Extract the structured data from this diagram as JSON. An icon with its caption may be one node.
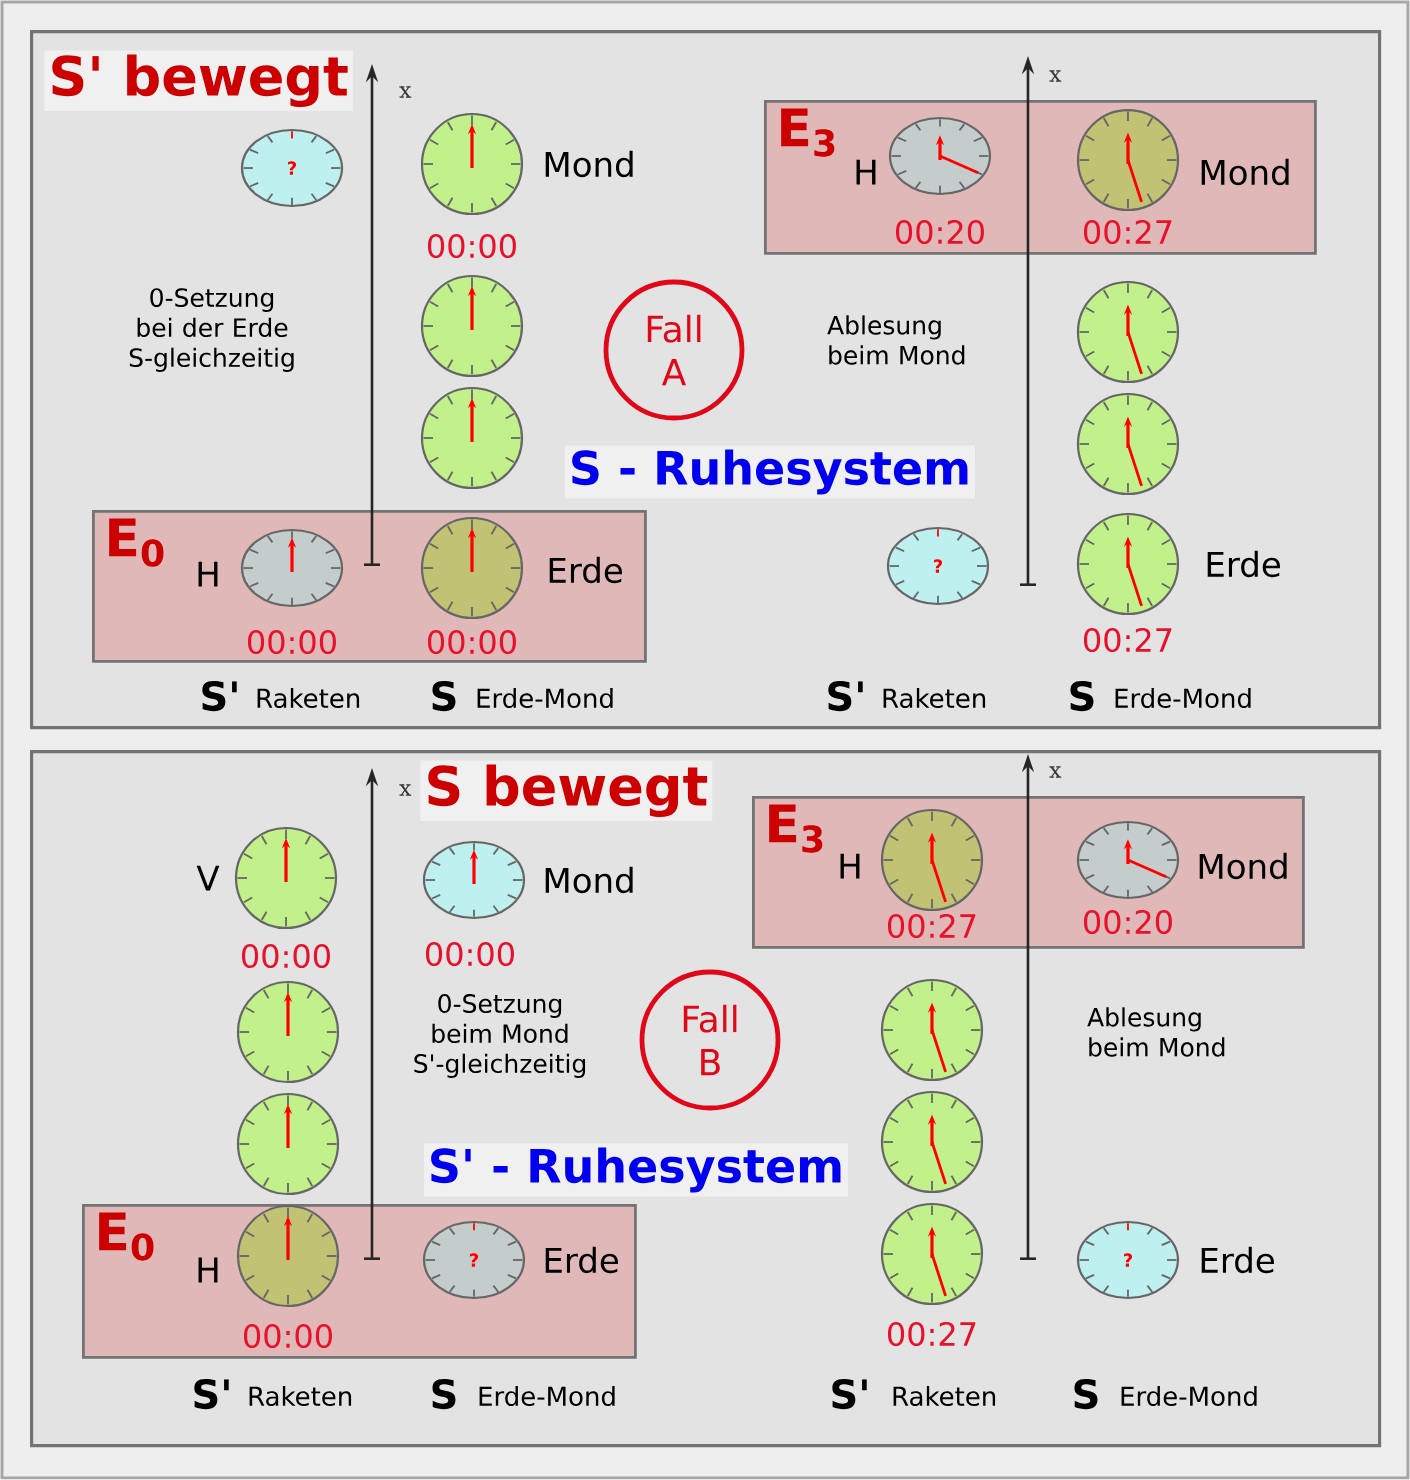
{
  "diagram": {
    "nodes": [
      {
        "text": [
          "S' bewegt"
        ]
      },
      {
        "text": [
          "E$_{0}$"
        ],
        "in": 0
      },
      {
        "text": [
          "E$_{3}$"
        ],
        "in": 0
      },
      {
        "text": [
          "Fall A"
        ],
        "in": 0
      },
      {
        "text": [
          "?"
        ],
        "in": 0
      },
      {
        "text": [],
        "shape": "circle",
        "in": 0,
        "beside": [
          "Mond",
          "00:00"
        ]
      },
      {
        "text": [],
        "shape": "circle",
        "in": 0
      },
      {
        "text": [],
        "shape": "circle",
        "in": 0
      },
      {
        "text": [],
        "shape": "circle",
        "in": 1,
        "beside": [
          "H",
          "00:00"
        ]
      },
      {
        "text": [],
        "shape": "circle",
        "in": 1,
        "beside": [
          "Erde",
          "00:00"
        ]
      },
      {
        "text": [],
        "shape": "circle",
        "in": 2,
        "beside": [
          "H",
          "00:20"
        ]
      },
      {
        "text": [],
        "shape": "circle",
        "in": 2,
        "beside": [
          "Mond",
          "00:27"
        ]
      },
      {
        "text": [],
        "shape": "circle",
        "in": 0
      },
      {
        "text": [],
        "shape": "circle",
        "in": 0
      },
      {
        "text": [],
        "shape": "circle",
        "in": 0,
        "beside": [
          "Erde",
          "00:27"
        ]
      },
      {
        "text": [
          "?"
        ],
        "in": 0
      },
      {
        "text": [
          "S bewegt"
        ]
      },
      {
        "text": [
          "E$_{0}$"
        ],
        "in": 16
      },
      {
        "text": [
          "E$_{3}$"
        ],
        "in": 16
      },
      {
        "text": [
          "Fall B"
        ],
        "in": 16
      },
      {
        "text": [],
        "shape": "circle",
        "in": 16,
        "beside": [
          "V",
          "00:00"
        ]
      },
      {
        "text": [],
        "shape": "circle",
        "in": 16
      },
      {
        "text": [],
        "shape": "circle",
        "in": 16
      },
      {
        "text": [],
        "shape": "circle",
        "in": 17,
        "beside": [
          "H",
          "00:00"
        ]
      },
      {
        "text": [
          "?"
        ],
        "in": 17,
        "beside": [
          "Erde"
        ]
      },
      {
        "text": [],
        "shape": "circle",
        "in": 16,
        "beside": [
          "Mond",
          "00:00"
        ]
      },
      {
        "text": [],
        "shape": "circle",
        "in": 18,
        "beside": [
          "H",
          "00:27"
        ]
      },
      {
        "text": [],
        "shape": "circle",
        "in": 18,
        "beside": [
          "Mond",
          "00:20"
        ]
      },
      {
        "text": [],
        "shape": "circle",
        "in": 16
      },
      {
        "text": [],
        "shape": "circle",
        "in": 16
      },
      {
        "text": [],
        "shape": "circle",
        "in": 16,
        "beside": [
          "00:27"
        ]
      },
      {
        "text": [
          "?"
        ],
        "in": 16,
        "beside": [
          "Erde"
        ]
      }
    ],
    "labels": [
      "x",
      "0-Setzung bei der Erde S-gleichzeitig",
      "S - Ruhesystem",
      "x",
      "Ablesung beim Mond",
      "S'",
      "Raketen",
      "S",
      "Erde-Mond",
      "S'",
      "Raketen",
      "S",
      "Erde-Mond",
      "x",
      "0-Setzung beim Mond S'-gleichzeitig",
      "S' - Ruhesystem",
      "x",
      "Ablesung beim Mond",
      "S'",
      "Raketen",
      "S",
      "Erde-Mond",
      "S'",
      "Raketen",
      "S",
      "Erde-Mond"
    ]
  }
}
